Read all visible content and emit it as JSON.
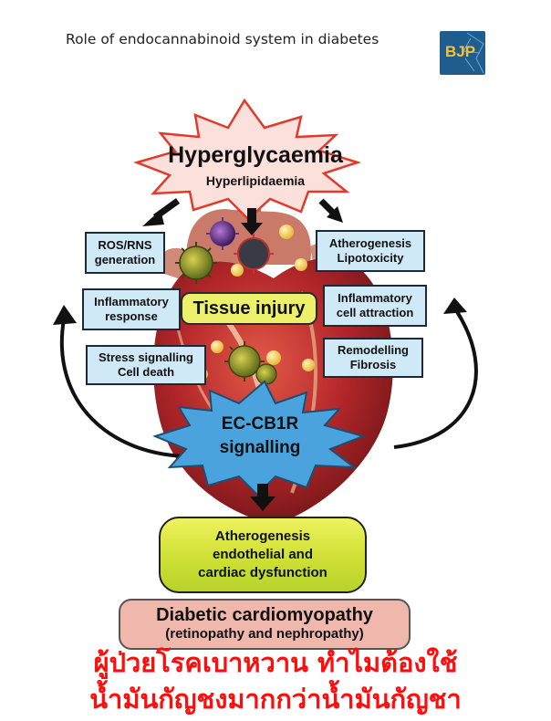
{
  "header": {
    "title": "Role of endocannabinoid system in diabetes",
    "logo": "BJP"
  },
  "top_burst": {
    "title": "Hyperglycaemia",
    "subtitle": "Hyperlipidaemia"
  },
  "left_boxes": [
    {
      "line1": "ROS/RNS",
      "line2": "generation"
    },
    {
      "line1": "Inflammatory",
      "line2": "response"
    },
    {
      "line1": "Stress signalling",
      "line2": "Cell death"
    }
  ],
  "right_boxes": [
    {
      "line1": "Atherogenesis",
      "line2": "Lipotoxicity"
    },
    {
      "line1": "Inflammatory",
      "line2": "cell attraction"
    },
    {
      "line1": "Remodelling",
      "line2": "Fibrosis"
    }
  ],
  "center_label": "Tissue injury",
  "ec_burst": {
    "line1": "EC-CB1R",
    "line2": "signalling"
  },
  "atherogenesis_box": {
    "line1": "Atherogenesis",
    "line2": "endothelial and",
    "line3": "cardiac dysfunction"
  },
  "cardiomyopathy_box": {
    "line1": "Diabetic cardiomyopathy",
    "line2": "(retinopathy and nephropathy)"
  },
  "thai_caption": {
    "line1": "ผู้ป่วยโรคเบาหวาน ทำไมต้องใช้",
    "line2": "น้ำมันกัญชงมากกว่าน้ำมันกัญชา"
  },
  "colors": {
    "burst_top_fill": "#fbe0dc",
    "burst_top_stroke": "#e03b2a",
    "burst_ec_fill": "#4aa3dc",
    "box_fill": "#cfe9f7",
    "tissue_fill": "#ecf06a",
    "athero_fill": "#d2e13a",
    "cardio_fill": "#f0b8ad",
    "caption": "#ff0d0d",
    "heart": "#b0262a"
  }
}
